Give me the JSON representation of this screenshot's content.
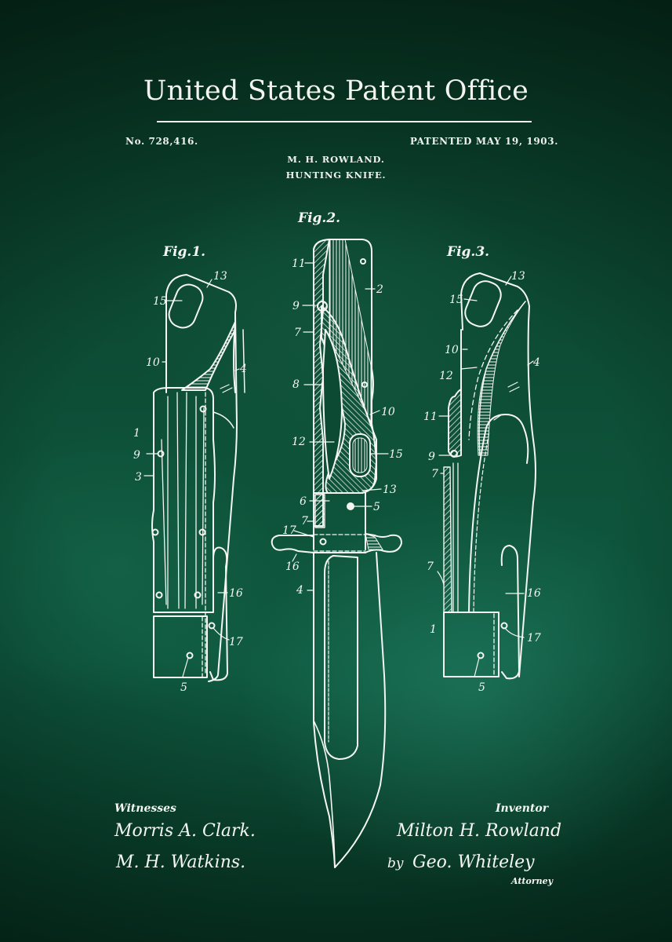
{
  "header": {
    "title": "United States Patent Office",
    "patent_number": "No. 728,416.",
    "patent_date": "PATENTED MAY 19, 1903.",
    "inventor_name": "M. H. ROWLAND.",
    "invention_title": "HUNTING KNIFE."
  },
  "figures": [
    {
      "label": "Fig.1.",
      "callouts": [
        "13",
        "15",
        "10",
        "4",
        "1",
        "9",
        "3",
        "16",
        "17",
        "5"
      ]
    },
    {
      "label": "Fig.2.",
      "callouts": [
        "11",
        "2",
        "9",
        "7",
        "8",
        "10",
        "12",
        "15",
        "13",
        "6",
        "5",
        "7",
        "17",
        "16",
        "4"
      ]
    },
    {
      "label": "Fig.3.",
      "callouts": [
        "13",
        "15",
        "10",
        "4",
        "12",
        "11",
        "9",
        "7",
        "7",
        "16",
        "1",
        "17",
        "5"
      ]
    }
  ],
  "signatures": {
    "witnesses_label": "Witnesses",
    "witness_1": "Morris A. Clark.",
    "witness_2": "M. H. Watkins.",
    "inventor_label": "Inventor",
    "inventor_signature": "Milton H. Rowland",
    "by_label": "by",
    "attorney_signature": "Geo. Whiteley",
    "attorney_label": "Attorney"
  },
  "colors": {
    "background": "#0c4a33",
    "ink": "#f4f6f2"
  }
}
